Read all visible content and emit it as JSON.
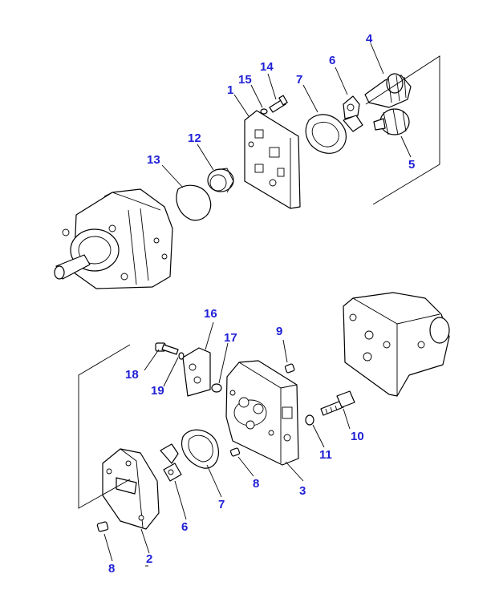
{
  "label_color": "#1f1fd6",
  "callouts": [
    {
      "id": "c1",
      "text": "1"
    },
    {
      "id": "c14",
      "text": "14"
    },
    {
      "id": "c15",
      "text": "15"
    },
    {
      "id": "c7a",
      "text": "7"
    },
    {
      "id": "c6a",
      "text": "6"
    },
    {
      "id": "c4",
      "text": "4"
    },
    {
      "id": "c5",
      "text": "5"
    },
    {
      "id": "c12",
      "text": "12"
    },
    {
      "id": "c13",
      "text": "13"
    },
    {
      "id": "c16",
      "text": "16"
    },
    {
      "id": "c17",
      "text": "17"
    },
    {
      "id": "c9",
      "text": "9"
    },
    {
      "id": "c18",
      "text": "18"
    },
    {
      "id": "c19",
      "text": "19"
    },
    {
      "id": "c10",
      "text": "10"
    },
    {
      "id": "c11",
      "text": "11"
    },
    {
      "id": "c3",
      "text": "3"
    },
    {
      "id": "c8a",
      "text": "8"
    },
    {
      "id": "c7b",
      "text": "7"
    },
    {
      "id": "c6b",
      "text": "6"
    },
    {
      "id": "c2",
      "text": "2"
    },
    {
      "id": "c8b",
      "text": "8"
    }
  ]
}
